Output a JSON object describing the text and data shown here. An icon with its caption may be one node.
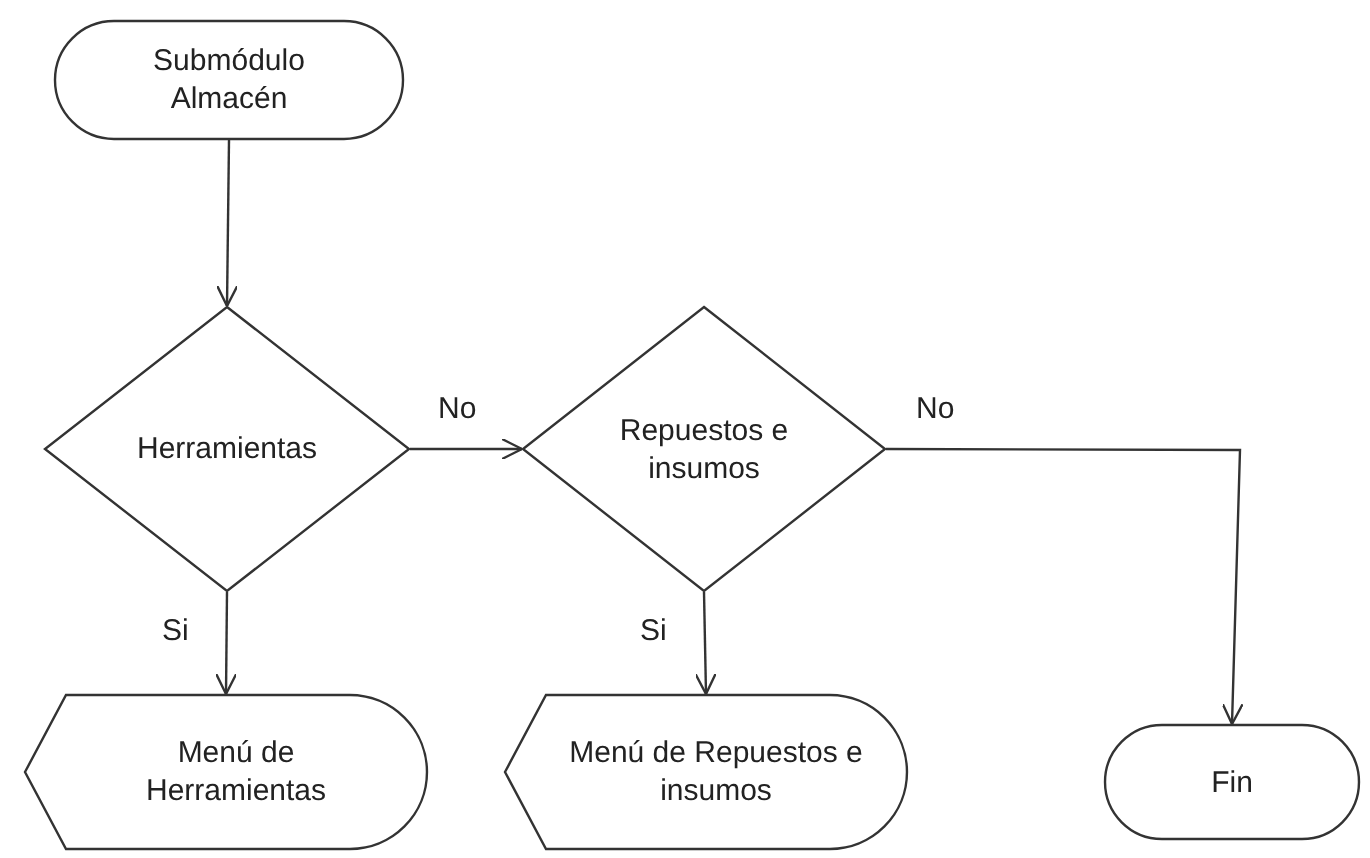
{
  "diagram": {
    "nodes": [
      {
        "text": [
          "Submódulo Almacén"
        ]
      },
      {
        "text": [
          "Herramientas"
        ]
      },
      {
        "text": [
          "Repuestos e insumos"
        ]
      },
      {
        "text": [
          "Menú de Herramientas"
        ]
      },
      {
        "text": [
          "Menú de Repuestos e insumos"
        ]
      },
      {
        "text": [
          "Fin"
        ]
      }
    ],
    "edges": [
      {
        "from": 0,
        "to": 1,
        "arrow": "to"
      },
      {
        "from": 1,
        "to": 2,
        "arrow": "to",
        "label": "No"
      },
      {
        "from": 2,
        "to": 5,
        "arrow": "to",
        "label": "No"
      },
      {
        "from": 1,
        "to": 3,
        "arrow": "to",
        "label": "Si"
      },
      {
        "from": 2,
        "to": 4,
        "arrow": "to",
        "label": "Si"
      }
    ]
  }
}
